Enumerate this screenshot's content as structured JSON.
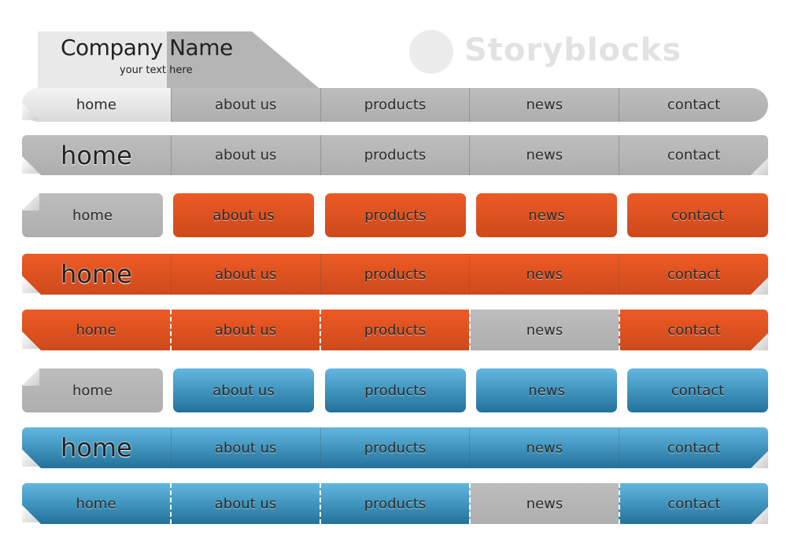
{
  "header": {
    "company_name": "Company Name",
    "tagline": "your text here"
  },
  "nav_items": [
    "home",
    "about us",
    "products",
    "news",
    "contact"
  ],
  "colors": {
    "gray": "#b5b5b5",
    "orange": "#e55423",
    "blue": "#3d94c0",
    "light": "#e9e9e9"
  },
  "watermark": "Storyblocks",
  "menus": [
    {
      "style": "pill",
      "base": "gray",
      "active_index": 0,
      "active": "light"
    },
    {
      "style": "bar",
      "base": "gray",
      "big_home": true
    },
    {
      "style": "buttons",
      "base": "orange",
      "home": "gray"
    },
    {
      "style": "bar",
      "base": "orange",
      "big_home": true
    },
    {
      "style": "bar-dashed",
      "base": "orange",
      "active_index": 3,
      "active": "gray"
    },
    {
      "style": "buttons",
      "base": "blue",
      "home": "gray"
    },
    {
      "style": "bar",
      "base": "blue",
      "big_home": true
    },
    {
      "style": "bar-dashed",
      "base": "blue",
      "active_index": 3,
      "active": "gray"
    }
  ]
}
